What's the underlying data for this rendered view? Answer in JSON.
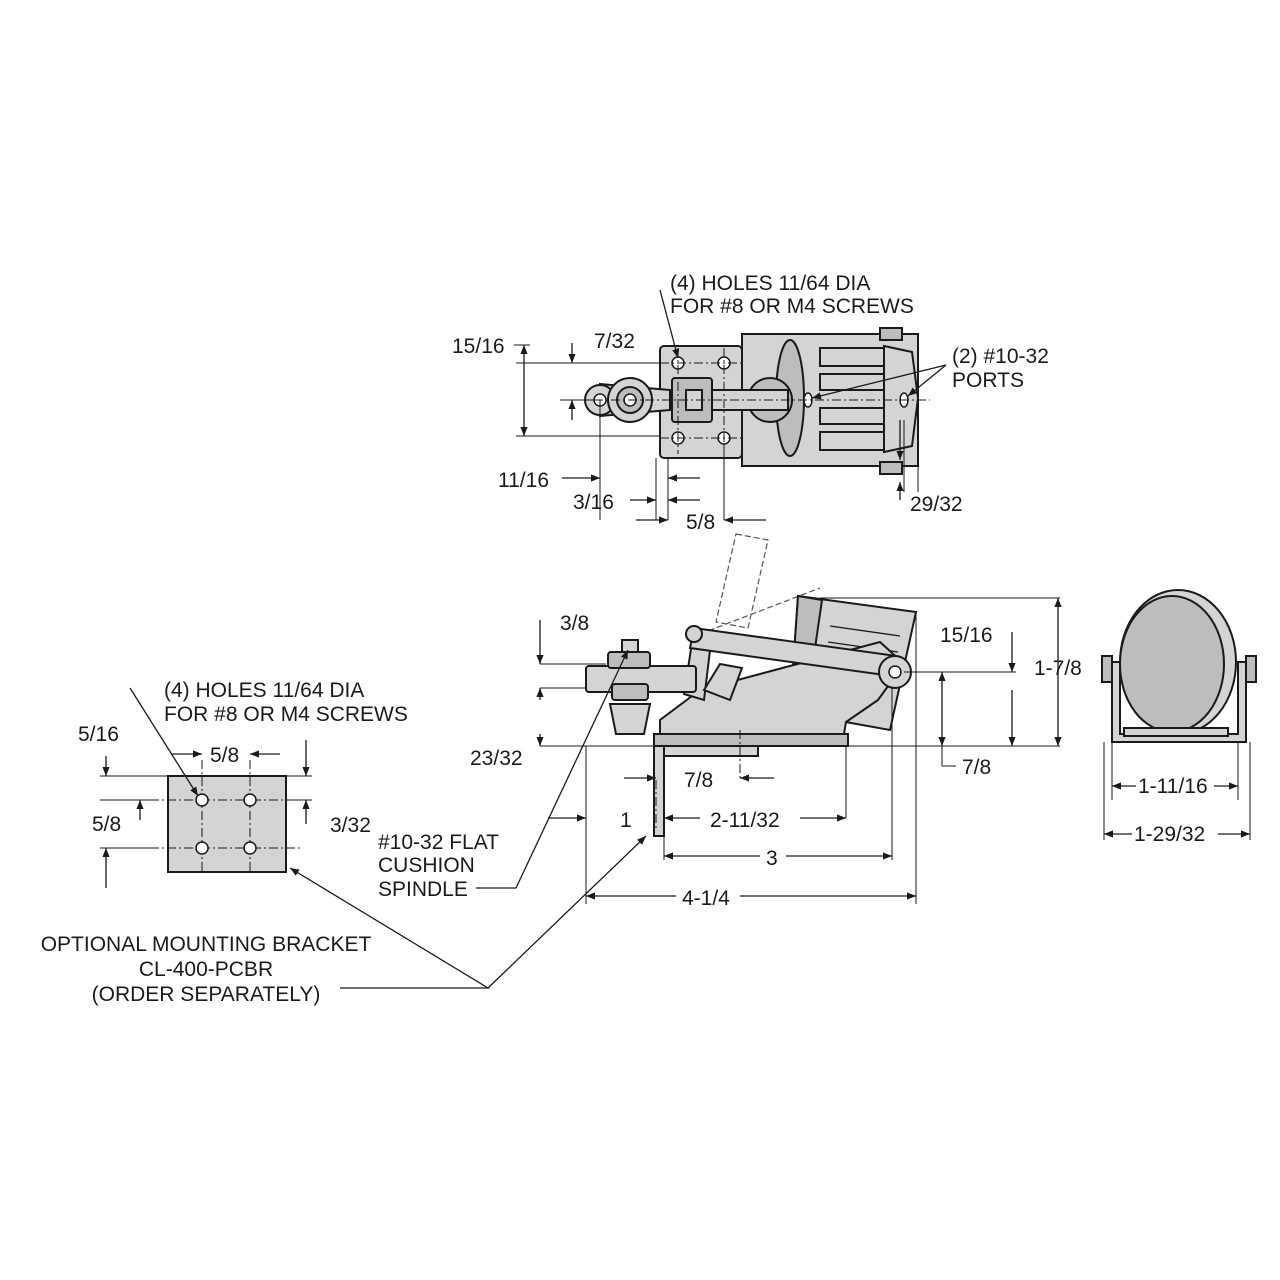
{
  "top_view": {
    "holes_note_line1": "(4) HOLES 11/64 DIA",
    "holes_note_line2": "FOR #8 OR M4 SCREWS",
    "ports_note_line1": "(2) #10-32",
    "ports_note_line2": "PORTS",
    "dim_height": "15/16",
    "dim_hole_offset": "7/32",
    "dim_pad_offset": "11/16",
    "dim_edge_offset": "3/16",
    "dim_hole_spacing": "5/8",
    "dim_port_offset": "29/32"
  },
  "side_view": {
    "dim_top": "3/8",
    "dim_bottom_left": "23/32",
    "dim_right_upper": "15/16",
    "dim_right_overall": "1-7/8",
    "dim_right_lower": "7/8",
    "dim_base_7_8": "7/8",
    "dim_1": "1",
    "dim_2_11_32": "2-11/32",
    "dim_3": "3",
    "dim_4_1_4": "4-1/4",
    "spindle_note_line1": "#10-32 FLAT",
    "spindle_note_line2": "CUSHION",
    "spindle_note_line3": "SPINDLE"
  },
  "end_view": {
    "dim_inner_width": "1-11/16",
    "dim_outer_width": "1-29/32"
  },
  "bracket": {
    "holes_note_line1": "(4) HOLES 11/64 DIA",
    "holes_note_line2": "FOR #8 OR M4 SCREWS",
    "dim_top_offset": "5/16",
    "dim_hole_spacing_h": "5/8",
    "dim_hole_spacing_v": "5/8",
    "dim_edge_offset": "3/32",
    "note_line1": "OPTIONAL MOUNTING BRACKET",
    "note_line2": "CL-400-PCBR",
    "note_line3": "(ORDER SEPARATELY)"
  }
}
